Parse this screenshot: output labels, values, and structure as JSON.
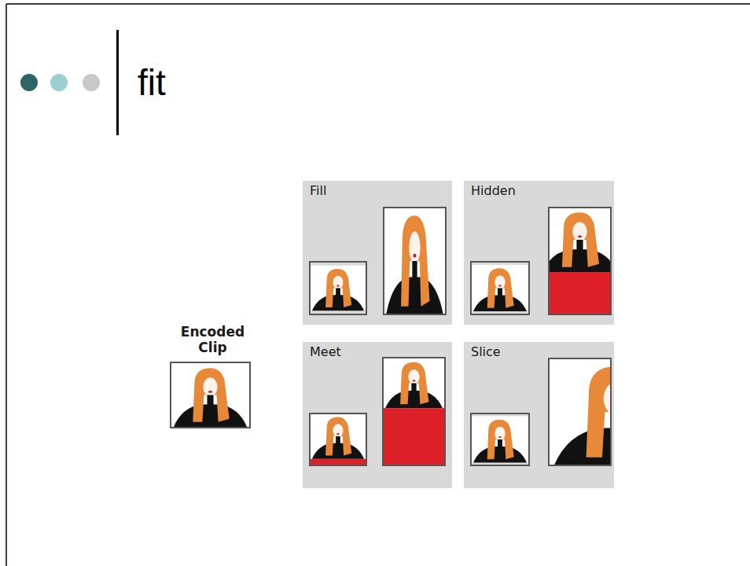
{
  "diagram": {
    "title": "fit",
    "nodes": [
      {
        "text": [
          "Fill"
        ]
      },
      {
        "text": [
          "Hidden"
        ]
      },
      {
        "text": [
          "Encoded Clip"
        ]
      },
      {
        "text": [
          "Meet"
        ]
      },
      {
        "text": [
          "Slice"
        ]
      }
    ]
  }
}
